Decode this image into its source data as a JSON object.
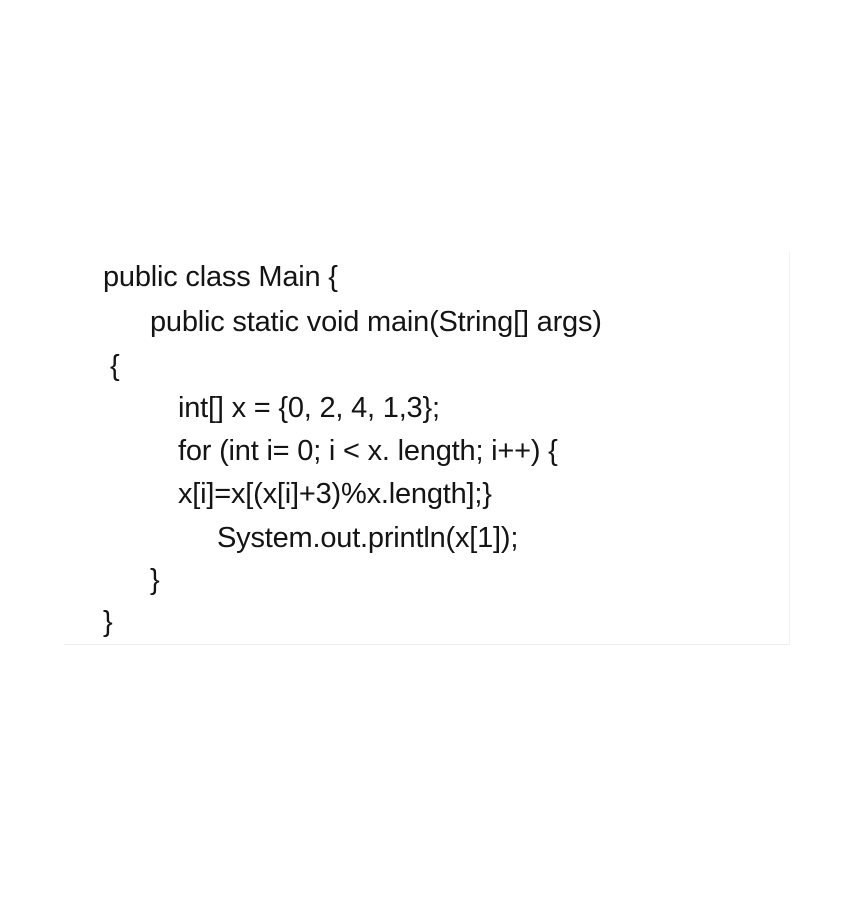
{
  "code": {
    "lines": [
      "public class Main {",
      "public static void main(String[] args)",
      "{",
      "int[] x = {0, 2, 4, 1,3};",
      "for (int i= 0; i < x. length; i++) {",
      "x[i]=x[(x[i]+3)%x.length];}",
      "System.out.println(x[1]);",
      "}",
      "}"
    ]
  }
}
